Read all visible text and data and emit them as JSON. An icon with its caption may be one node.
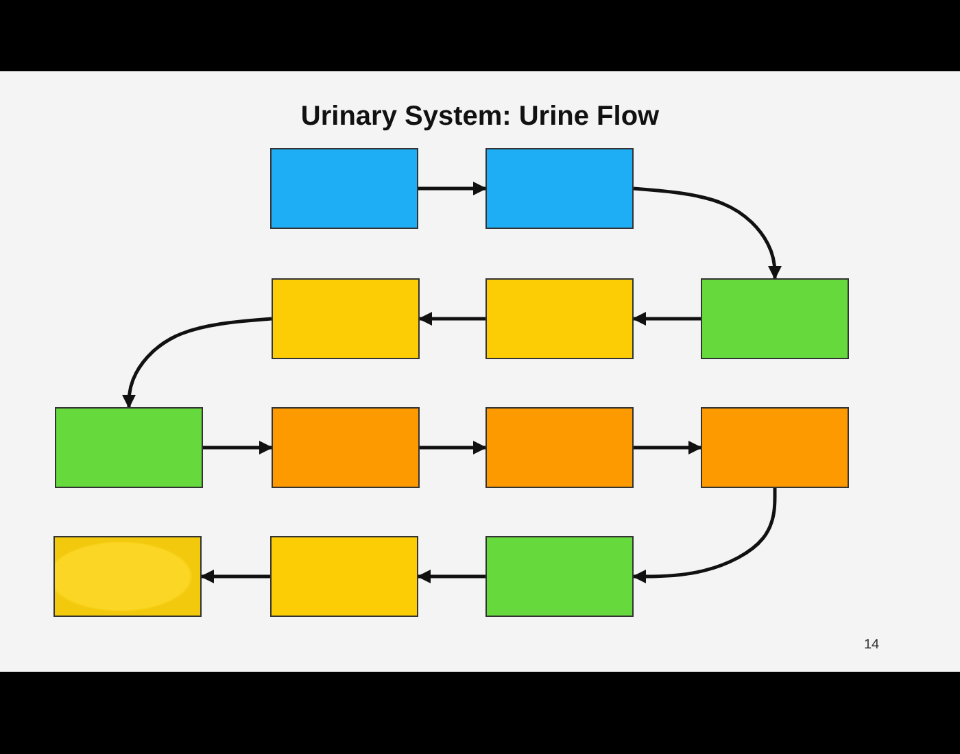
{
  "diagram": {
    "title": "Urinary System: Urine Flow",
    "nodes": [
      {
        "text": [],
        "shape": "box"
      },
      {
        "text": [],
        "shape": "box"
      },
      {
        "text": [],
        "shape": "box"
      },
      {
        "text": [],
        "shape": "box"
      },
      {
        "text": [],
        "shape": "box"
      },
      {
        "text": [],
        "shape": "box"
      },
      {
        "text": [],
        "shape": "box"
      },
      {
        "text": [],
        "shape": "box"
      },
      {
        "text": [],
        "shape": "box"
      },
      {
        "text": [],
        "shape": "box"
      },
      {
        "text": [],
        "shape": "box"
      },
      {
        "text": [],
        "shape": "box"
      }
    ],
    "edges": [
      {
        "from": 0,
        "to": 1,
        "arrow": "to"
      },
      {
        "from": 1,
        "to": 4,
        "arrow": "to"
      },
      {
        "from": 4,
        "to": 3,
        "arrow": "to"
      },
      {
        "from": 3,
        "to": 2,
        "arrow": "to"
      },
      {
        "from": 2,
        "to": 5,
        "arrow": "to"
      },
      {
        "from": 5,
        "to": 6,
        "arrow": "to"
      },
      {
        "from": 6,
        "to": 7,
        "arrow": "to"
      },
      {
        "from": 7,
        "to": 8,
        "arrow": "to"
      },
      {
        "from": 8,
        "to": 11,
        "arrow": "to"
      },
      {
        "from": 11,
        "to": 10,
        "arrow": "to"
      },
      {
        "from": 10,
        "to": 9,
        "arrow": "to"
      }
    ],
    "labels": [
      "14"
    ]
  }
}
